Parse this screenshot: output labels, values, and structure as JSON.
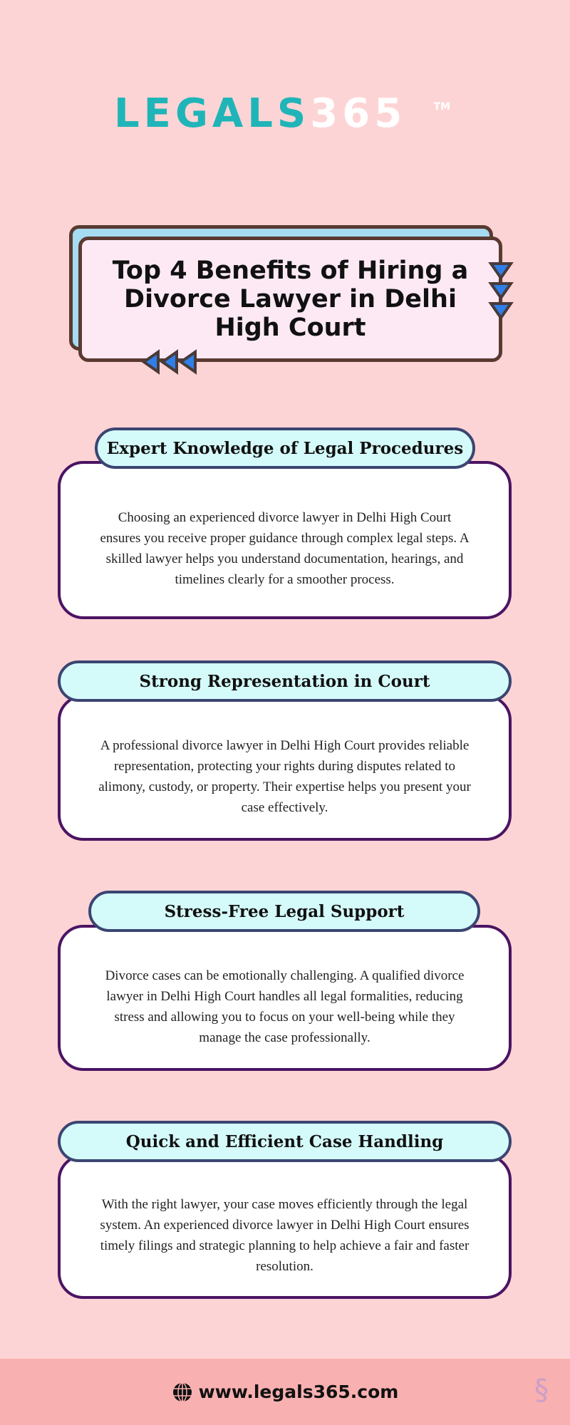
{
  "logo": {
    "part1": "LEGALS",
    "part2": "365",
    "tm": "TM"
  },
  "title": "Top 4 Benefits of Hiring a Divorce Lawyer in Delhi High Court",
  "cards": [
    {
      "heading": "Expert Knowledge of Legal Procedures",
      "body": "Choosing an experienced divorce lawyer in Delhi High Court ensures you receive proper guidance through complex legal steps. A skilled lawyer helps you understand documentation, hearings, and timelines clearly for a smoother process."
    },
    {
      "heading": "Strong Representation in Court",
      "body": "A professional divorce lawyer in Delhi High Court provides reliable representation, protecting your rights during disputes related to alimony, custody, or property. Their expertise helps you present your case effectively."
    },
    {
      "heading": "Stress-Free Legal Support",
      "body": "Divorce cases can be emotionally challenging. A qualified divorce lawyer in Delhi High Court handles all legal formalities, reducing stress and allowing you to focus on your well-being while they manage the case professionally."
    },
    {
      "heading": "Quick and Efficient Case Handling",
      "body": "With the right lawyer, your case moves efficiently through the legal system. An experienced divorce lawyer in Delhi High Court ensures timely filings and strategic planning to help achieve a fair and faster resolution."
    }
  ],
  "footer": {
    "website": "www.legals365.com",
    "icon": "globe-icon"
  },
  "colors": {
    "background": "#fdd4d5",
    "footer": "#f9b0b0",
    "logo_teal": "#1fb5b8",
    "pill": "#d4fbfa",
    "card_border": "#4b1463"
  }
}
